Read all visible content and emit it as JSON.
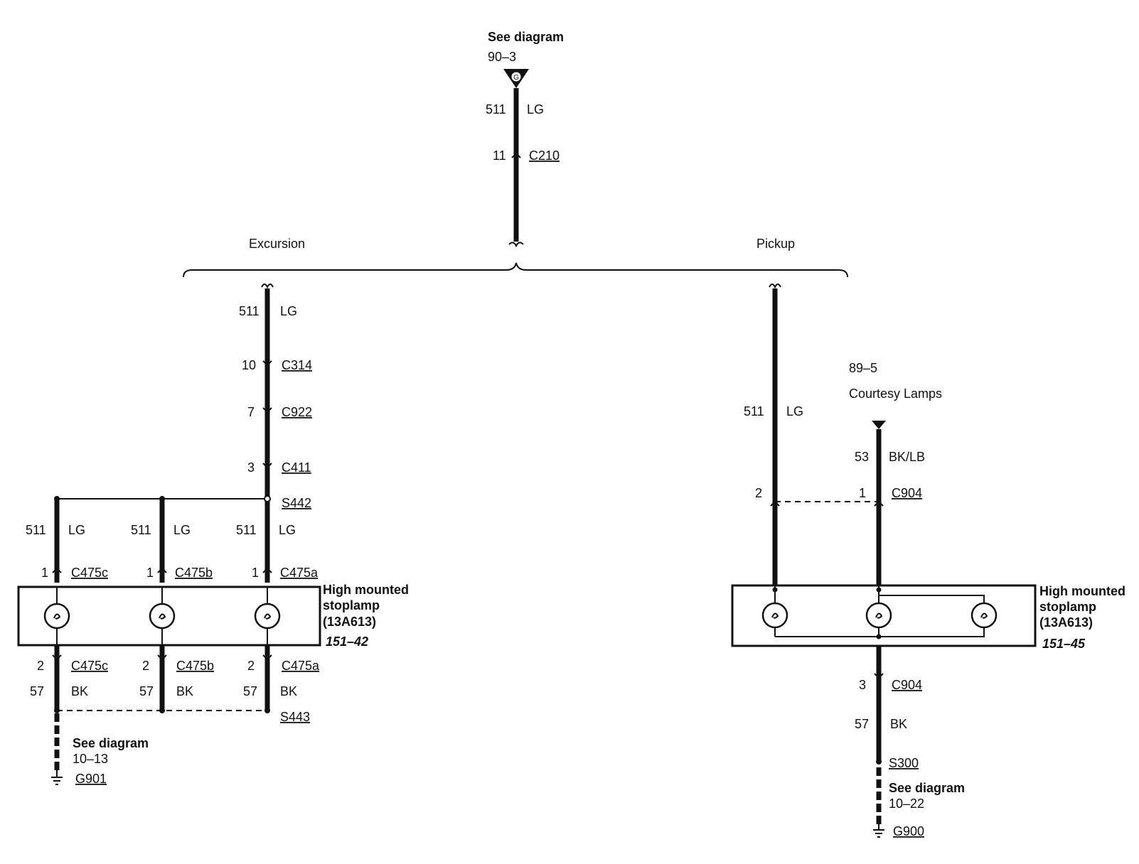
{
  "top": {
    "see_diagram": "See diagram",
    "ref": "90–3",
    "ground_letter": "G",
    "circuit": "511",
    "color": "LG",
    "pin": "11",
    "connector": "C210"
  },
  "branch_labels": {
    "left": "Excursion",
    "right": "Pickup"
  },
  "excursion": {
    "feed": {
      "circuit": "511",
      "color": "LG",
      "c314_pin": "10",
      "c314": "C314",
      "c922_pin": "7",
      "c922": "C922",
      "c411_pin": "3",
      "c411": "C411"
    },
    "splice_top": "S442",
    "branches": [
      {
        "circuit": "511",
        "color": "LG",
        "in_pin": "1",
        "in_conn": "C475c",
        "out_pin": "2",
        "out_conn": "C475c",
        "gnd_circuit": "57",
        "gnd_color": "BK"
      },
      {
        "circuit": "511",
        "color": "LG",
        "in_pin": "1",
        "in_conn": "C475b",
        "out_pin": "2",
        "out_conn": "C475b",
        "gnd_circuit": "57",
        "gnd_color": "BK"
      },
      {
        "circuit": "511",
        "color": "LG",
        "in_pin": "1",
        "in_conn": "C475a",
        "out_pin": "2",
        "out_conn": "C475a",
        "gnd_circuit": "57",
        "gnd_color": "BK"
      }
    ],
    "lamp_name_1": "High mounted",
    "lamp_name_2": "stoplamp",
    "lamp_part": "(13A613)",
    "lamp_ref": "151–42",
    "splice_bottom": "S443",
    "ground_see": "See diagram",
    "ground_ref": "10–13",
    "ground": "G901"
  },
  "pickup": {
    "feed": {
      "circuit": "511",
      "color": "LG",
      "pin": "2"
    },
    "courtesy_ref": "89–5",
    "courtesy_label": "Courtesy Lamps",
    "courtesy_circuit": "53",
    "courtesy_color": "BK/LB",
    "courtesy_pin": "1",
    "conn": "C904",
    "lamp_name_1": "High mounted",
    "lamp_name_2": "stoplamp",
    "lamp_part": "(13A613)",
    "lamp_ref": "151–45",
    "out_pin": "3",
    "out_conn": "C904",
    "gnd_circuit": "57",
    "gnd_color": "BK",
    "splice": "S300",
    "ground_see": "See diagram",
    "ground_ref": "10–22",
    "ground": "G900"
  }
}
